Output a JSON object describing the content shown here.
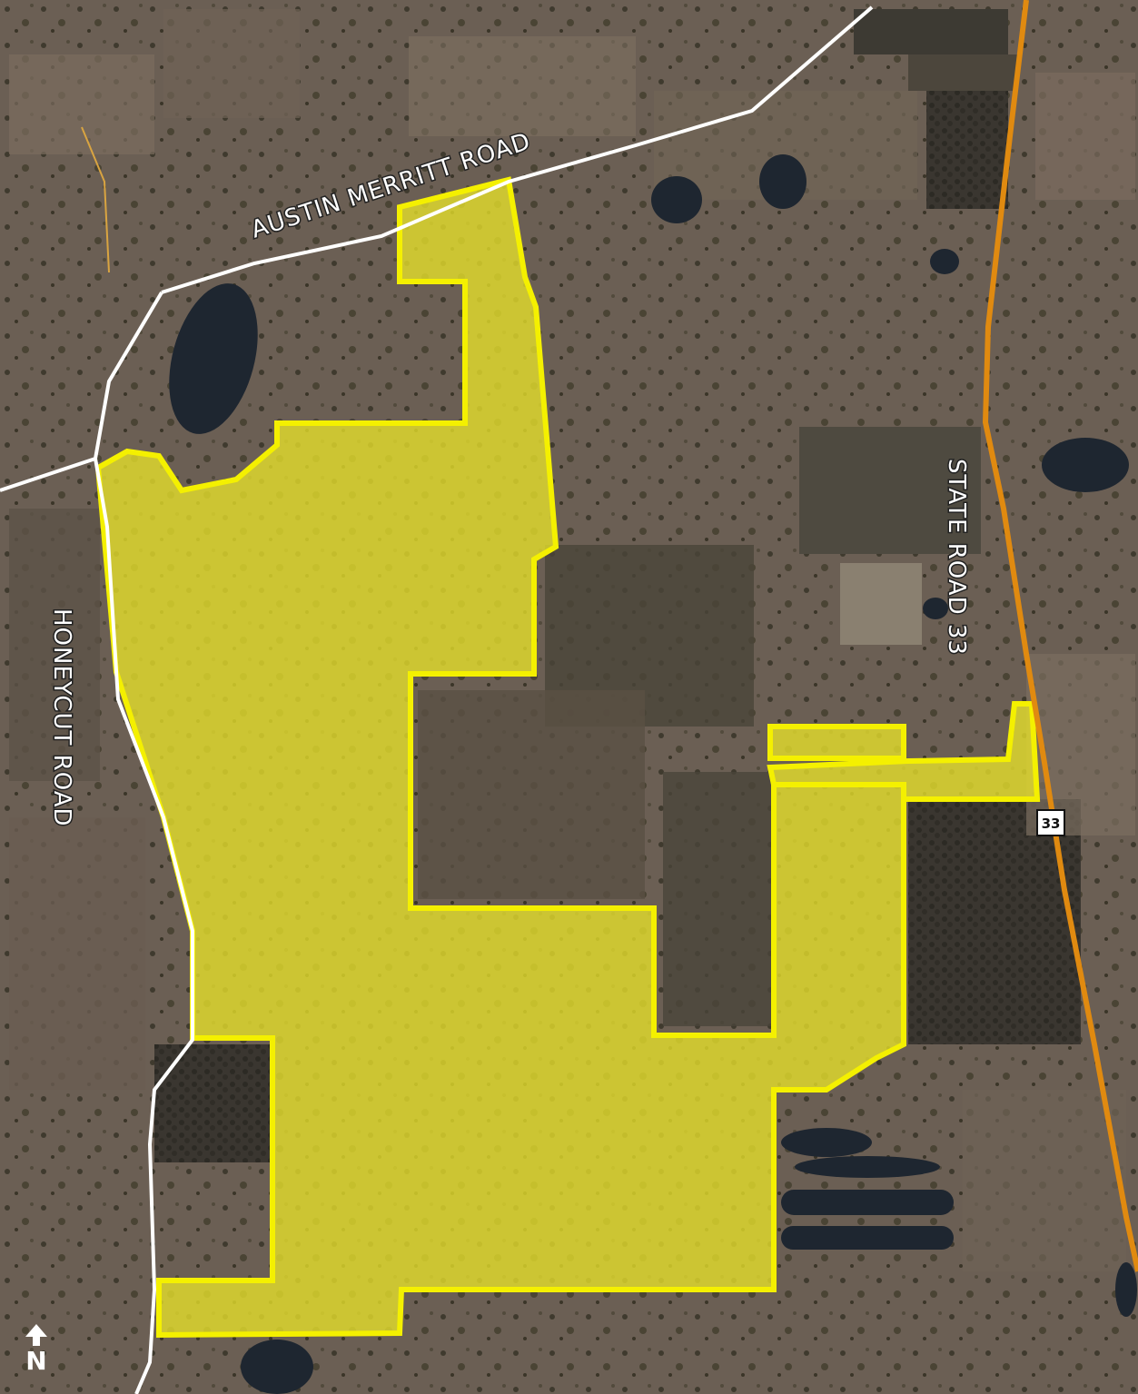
{
  "map": {
    "roads": {
      "austin_merritt": "AUSTIN MERRITT ROAD",
      "honeycut": "HONEYCUT ROAD",
      "state_road_33": "STATE ROAD 33"
    },
    "route_shield": "33",
    "north_arrow": "N",
    "colors": {
      "parcel_fill": "#e8e22a",
      "parcel_outline": "#f4f000",
      "state_road": "#e08a10",
      "local_road": "#ffffff",
      "land": "#6b5e52",
      "water": "#1e2630"
    }
  }
}
